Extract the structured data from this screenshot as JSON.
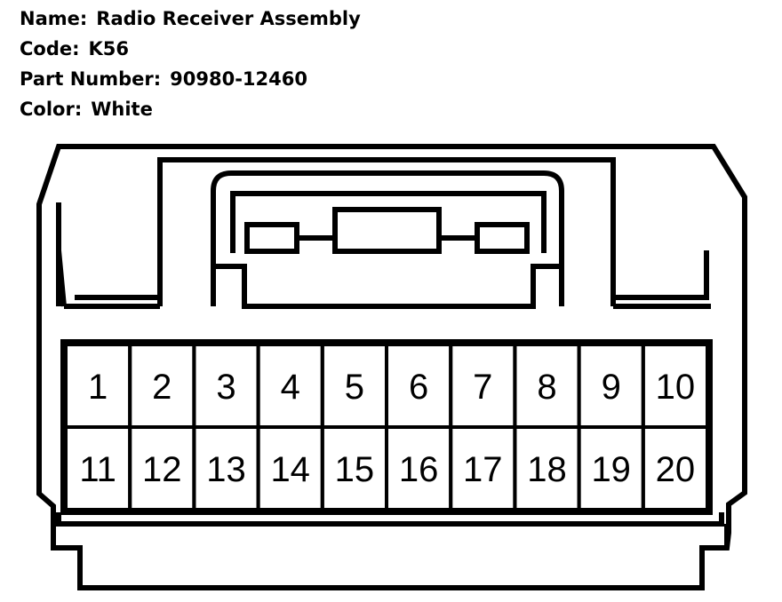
{
  "connector": {
    "name_label": "Name:",
    "name_value": "Radio Receiver Assembly",
    "code_label": "Code:",
    "code_value": "K56",
    "part_label": "Part Number:",
    "part_value": "90980-12460",
    "color_label": "Color:",
    "color_value": "White"
  },
  "pins": {
    "row1": [
      "1",
      "2",
      "3",
      "4",
      "5",
      "6",
      "7",
      "8",
      "9",
      "10"
    ],
    "row2": [
      "11",
      "12",
      "13",
      "14",
      "15",
      "16",
      "17",
      "18",
      "19",
      "20"
    ]
  }
}
